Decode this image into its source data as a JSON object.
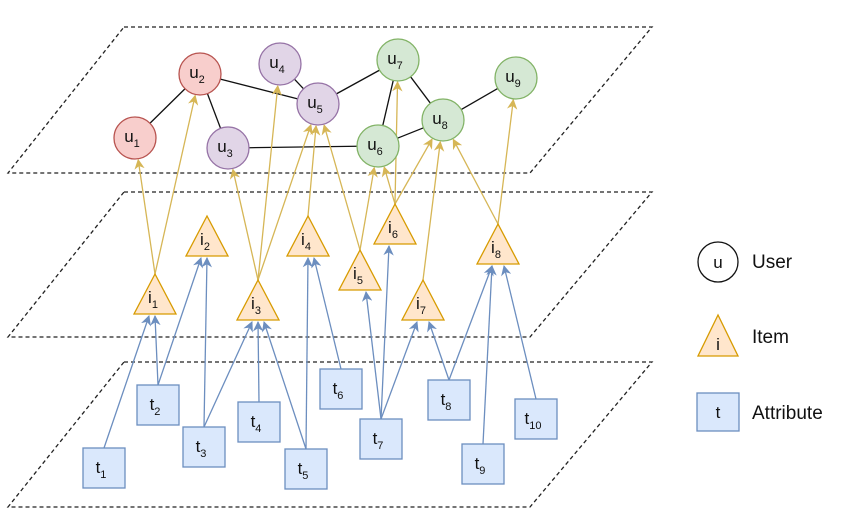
{
  "users": [
    {
      "id": "u1",
      "letter": "u",
      "sub": "1",
      "group": "red"
    },
    {
      "id": "u2",
      "letter": "u",
      "sub": "2",
      "group": "red"
    },
    {
      "id": "u3",
      "letter": "u",
      "sub": "3",
      "group": "purple"
    },
    {
      "id": "u4",
      "letter": "u",
      "sub": "4",
      "group": "purple"
    },
    {
      "id": "u5",
      "letter": "u",
      "sub": "5",
      "group": "purple"
    },
    {
      "id": "u6",
      "letter": "u",
      "sub": "6",
      "group": "green"
    },
    {
      "id": "u7",
      "letter": "u",
      "sub": "7",
      "group": "green"
    },
    {
      "id": "u8",
      "letter": "u",
      "sub": "8",
      "group": "green"
    },
    {
      "id": "u9",
      "letter": "u",
      "sub": "9",
      "group": "green"
    }
  ],
  "items": [
    {
      "id": "i1",
      "letter": "i",
      "sub": "1"
    },
    {
      "id": "i2",
      "letter": "i",
      "sub": "2"
    },
    {
      "id": "i3",
      "letter": "i",
      "sub": "3"
    },
    {
      "id": "i4",
      "letter": "i",
      "sub": "4"
    },
    {
      "id": "i5",
      "letter": "i",
      "sub": "5"
    },
    {
      "id": "i6",
      "letter": "i",
      "sub": "6"
    },
    {
      "id": "i7",
      "letter": "i",
      "sub": "7"
    },
    {
      "id": "i8",
      "letter": "i",
      "sub": "8"
    }
  ],
  "attributes": [
    {
      "id": "t1",
      "letter": "t",
      "sub": "1"
    },
    {
      "id": "t2",
      "letter": "t",
      "sub": "2"
    },
    {
      "id": "t3",
      "letter": "t",
      "sub": "3"
    },
    {
      "id": "t4",
      "letter": "t",
      "sub": "4"
    },
    {
      "id": "t5",
      "letter": "t",
      "sub": "5"
    },
    {
      "id": "t6",
      "letter": "t",
      "sub": "6"
    },
    {
      "id": "t7",
      "letter": "t",
      "sub": "7"
    },
    {
      "id": "t8",
      "letter": "t",
      "sub": "8"
    },
    {
      "id": "t9",
      "letter": "t",
      "sub": "9"
    },
    {
      "id": "t10",
      "letter": "t",
      "sub": "10"
    }
  ],
  "user_edges": [
    [
      "u1",
      "u2"
    ],
    [
      "u2",
      "u3"
    ],
    [
      "u2",
      "u5"
    ],
    [
      "u4",
      "u5"
    ],
    [
      "u3",
      "u6"
    ],
    [
      "u5",
      "u7"
    ],
    [
      "u7",
      "u6"
    ],
    [
      "u7",
      "u8"
    ],
    [
      "u6",
      "u8"
    ],
    [
      "u8",
      "u9"
    ]
  ],
  "item_user_edges": [
    [
      "i1",
      "u1"
    ],
    [
      "i1",
      "u2"
    ],
    [
      "i3",
      "u3"
    ],
    [
      "i3",
      "u4"
    ],
    [
      "i3",
      "u5"
    ],
    [
      "i4",
      "u5"
    ],
    [
      "i5",
      "u5"
    ],
    [
      "i5",
      "u6"
    ],
    [
      "i6",
      "u6"
    ],
    [
      "i6",
      "u7"
    ],
    [
      "i6",
      "u8"
    ],
    [
      "i7",
      "u8"
    ],
    [
      "i8",
      "u8"
    ],
    [
      "i8",
      "u9"
    ]
  ],
  "attr_item_edges": [
    [
      "t1",
      "i1"
    ],
    [
      "t2",
      "i1"
    ],
    [
      "t2",
      "i2"
    ],
    [
      "t3",
      "i2"
    ],
    [
      "t3",
      "i3"
    ],
    [
      "t4",
      "i3"
    ],
    [
      "t5",
      "i3"
    ],
    [
      "t5",
      "i4"
    ],
    [
      "t6",
      "i4"
    ],
    [
      "t7",
      "i5"
    ],
    [
      "t7",
      "i6"
    ],
    [
      "t7",
      "i7"
    ],
    [
      "t8",
      "i7"
    ],
    [
      "t8",
      "i8"
    ],
    [
      "t9",
      "i8"
    ],
    [
      "t10",
      "i8"
    ]
  ],
  "legend": {
    "user_symbol": "u",
    "user_label": "User",
    "item_symbol": "i",
    "item_label": "Item",
    "attr_symbol": "t",
    "attr_label": "Attribute"
  },
  "colors": {
    "red_fill": "#f8cecc",
    "red_stroke": "#b85450",
    "purple_fill": "#e1d5e7",
    "purple_stroke": "#9673a6",
    "green_fill": "#d5e8d4",
    "green_stroke": "#82b366",
    "item_fill": "#ffe6cc",
    "item_stroke": "#d79b00",
    "item_arrow": "#d6b656",
    "attr_fill": "#dae8fc",
    "attr_stroke": "#6c8ebf"
  }
}
